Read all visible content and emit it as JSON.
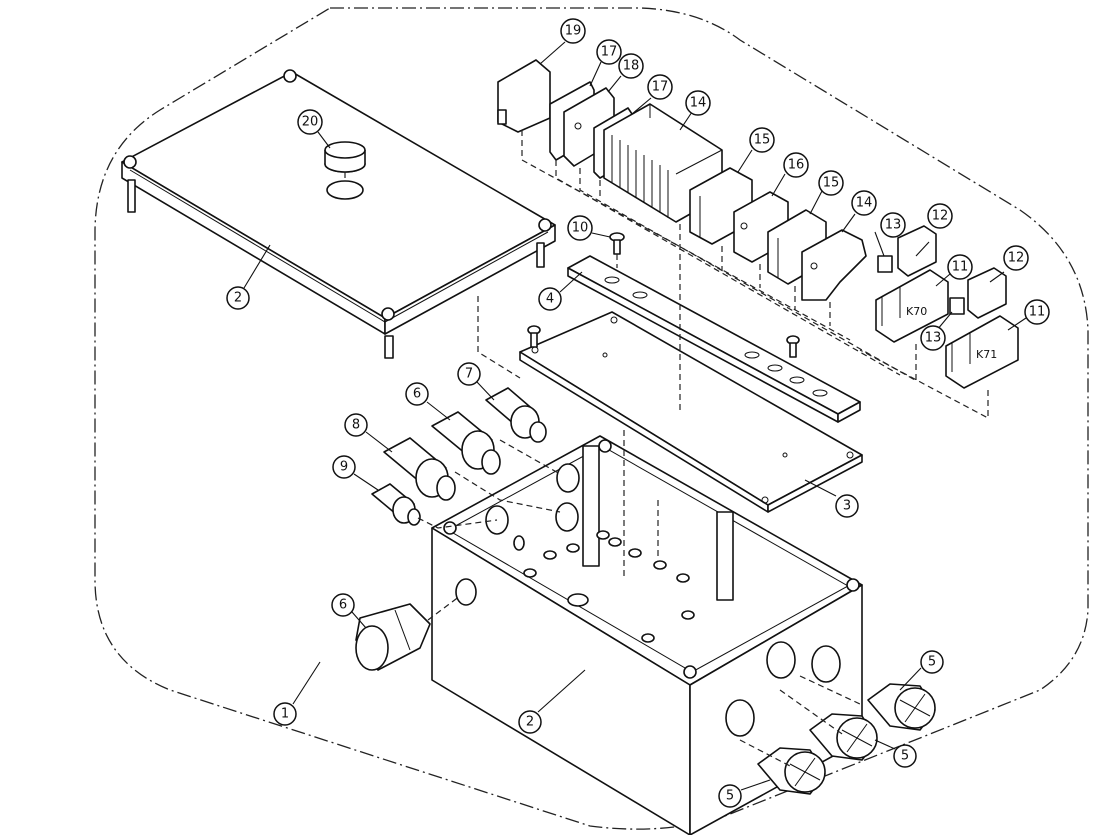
{
  "callouts": [
    {
      "id": "c1",
      "label": "1"
    },
    {
      "id": "c2a",
      "label": "2"
    },
    {
      "id": "c2b",
      "label": "2"
    },
    {
      "id": "c3",
      "label": "3"
    },
    {
      "id": "c4",
      "label": "4"
    },
    {
      "id": "c5a",
      "label": "5"
    },
    {
      "id": "c5b",
      "label": "5"
    },
    {
      "id": "c5c",
      "label": "5"
    },
    {
      "id": "c6a",
      "label": "6"
    },
    {
      "id": "c6b",
      "label": "6"
    },
    {
      "id": "c7",
      "label": "7"
    },
    {
      "id": "c8",
      "label": "8"
    },
    {
      "id": "c9",
      "label": "9"
    },
    {
      "id": "c10",
      "label": "10"
    },
    {
      "id": "c11a",
      "label": "11"
    },
    {
      "id": "c11b",
      "label": "11"
    },
    {
      "id": "c12a",
      "label": "12"
    },
    {
      "id": "c12b",
      "label": "12"
    },
    {
      "id": "c13a",
      "label": "13"
    },
    {
      "id": "c13b",
      "label": "13"
    },
    {
      "id": "c14a",
      "label": "14"
    },
    {
      "id": "c14b",
      "label": "14"
    },
    {
      "id": "c15a",
      "label": "15"
    },
    {
      "id": "c15b",
      "label": "15"
    },
    {
      "id": "c16",
      "label": "16"
    },
    {
      "id": "c17a",
      "label": "17"
    },
    {
      "id": "c17b",
      "label": "17"
    },
    {
      "id": "c18",
      "label": "18"
    },
    {
      "id": "c19",
      "label": "19"
    },
    {
      "id": "c20",
      "label": "20"
    }
  ],
  "markings": {
    "relay_socket_k70": "K70",
    "relay_socket_k71": "K71"
  }
}
